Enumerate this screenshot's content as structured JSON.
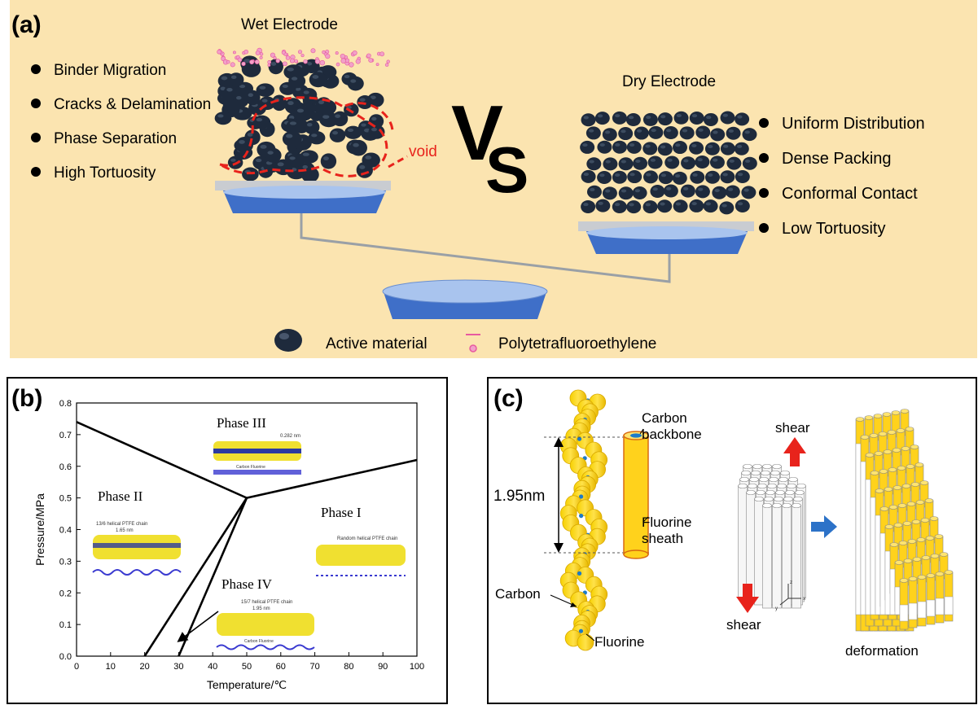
{
  "panel_a": {
    "label": "(a)",
    "wet_title": "Wet Electrode",
    "dry_title": "Dry Electrode",
    "vs_v": "V",
    "vs_s": "S",
    "void_label": "void",
    "wet_bullets": [
      "Binder Migration",
      "Cracks & Delamination",
      "Phase Separation",
      "High Tortuosity"
    ],
    "dry_bullets": [
      "Uniform Distribution",
      "Dense Packing",
      "Conformal Contact",
      "Low Tortuosity"
    ],
    "legend_active": "Active material",
    "legend_ptfe": "Polytetrafluoroethylene",
    "colors": {
      "background": "#fbe4b0",
      "particle": "#1e2a3c",
      "dish": "#3f6fc8",
      "void": "#e8231c",
      "ptfe": "#e75aa0"
    }
  },
  "panel_b": {
    "label": "(b)",
    "xlabel": "Temperature/℃",
    "ylabel": "Pressure/MPa",
    "x_ticks": [
      "0",
      "10",
      "20",
      "30",
      "40",
      "50",
      "60",
      "70",
      "80",
      "90",
      "100"
    ],
    "y_ticks": [
      "0.0",
      "0.1",
      "0.2",
      "0.3",
      "0.4",
      "0.5",
      "0.6",
      "0.7",
      "0.8"
    ],
    "phase_labels": [
      "Phase I",
      "Phase II",
      "Phase III",
      "Phase IV"
    ],
    "inset_labels": {
      "phase3": "0.282 nm",
      "phase3_sub": "Carbon   Fluorine",
      "phase2": "13/6 helical PTFE chain",
      "phase2_dim": "1.65 nm",
      "phase1": "Random helical PTFE chain",
      "phase4": "15/7 helical PTFE chain",
      "phase4_dim": "1.95 nm",
      "phase4_sub": "Carbon       Fluorine"
    }
  },
  "chart_data": {
    "type": "line",
    "title": "",
    "xlabel": "Temperature/℃",
    "ylabel": "Pressure/MPa",
    "xlim": [
      0,
      100
    ],
    "ylim": [
      0,
      0.8
    ],
    "grid": false,
    "series": [
      {
        "x": [
          0,
          50
        ],
        "y": [
          0.74,
          0.5
        ]
      },
      {
        "x": [
          50,
          100
        ],
        "y": [
          0.5,
          0.62
        ]
      },
      {
        "x": [
          50,
          20
        ],
        "y": [
          0.5,
          0.0
        ]
      },
      {
        "x": [
          50,
          30
        ],
        "y": [
          0.5,
          0.0
        ]
      }
    ]
  },
  "panel_c": {
    "label": "(c)",
    "carbon_backbone": [
      "Carbon",
      "backbone"
    ],
    "fluorine_sheath": [
      "Fluorine",
      "sheath"
    ],
    "length": "1.95nm",
    "carbon": "Carbon",
    "fluorine": "Fluorine",
    "shear_top": "shear",
    "shear_bottom": "shear",
    "deformation": "deformation",
    "axis_labels": [
      "z",
      "x",
      "y"
    ]
  }
}
